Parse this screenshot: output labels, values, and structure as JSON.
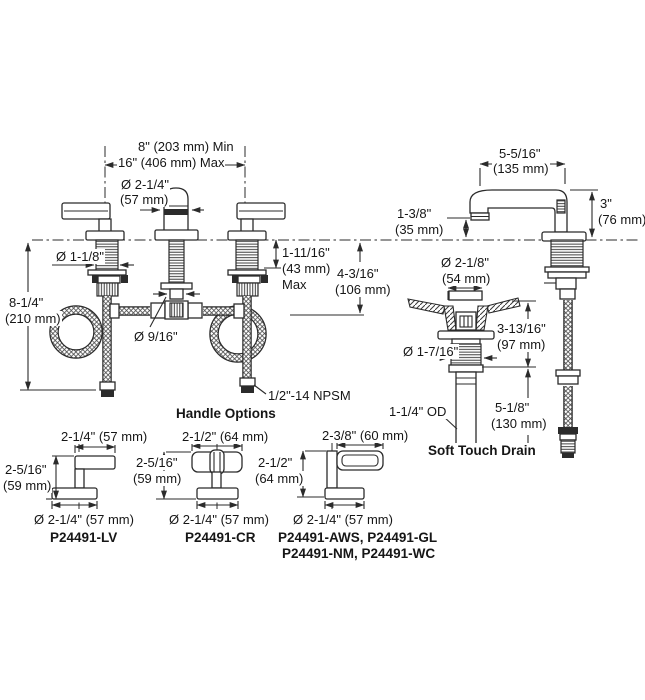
{
  "page": {
    "background": "#ffffff",
    "line_color": "#2b2b2b",
    "text_color": "#161616"
  },
  "main_view": {
    "spread_min": "8\" (203 mm) Min",
    "spread_max": "16\" (406 mm) Max",
    "spout_dia_1": "Ø 2-1/4\"",
    "spout_dia_2": "(57 mm)",
    "shank_dia": "Ø 1-1/8\"",
    "height_1": "8-1/4\"",
    "height_2": "(210 mm)",
    "supply_dia": "Ø 9/16\"",
    "deck_thickness_1": "1-11/16\"",
    "deck_thickness_2": "(43 mm)",
    "deck_thickness_3": "Max",
    "below_deck_1": "4-3/16\"",
    "below_deck_2": "(106 mm)",
    "hose_thread": "1/2\"-14 NPSM"
  },
  "spout_view": {
    "reach_1": "5-5/16\"",
    "reach_2": "(135 mm)",
    "outlet_height_1": "1-3/8\"",
    "outlet_height_2": "(35 mm)",
    "spout_height_1": "3\"",
    "spout_height_2": "(76 mm)"
  },
  "drain_view": {
    "flange_dia_1": "Ø 2-1/8\"",
    "flange_dia_2": "(54 mm)",
    "body_dia": "Ø 1-7/16\"",
    "upper_length_1": "3-13/16\"",
    "upper_length_2": "(97 mm)",
    "tailpiece_od": "1-1/4\" OD",
    "tail_length_1": "5-1/8\"",
    "tail_length_2": "(130 mm)",
    "caption": "Soft Touch Drain"
  },
  "handle_options": {
    "title": "Handle Options",
    "items": [
      {
        "top_dim": "2-1/4\" (57 mm)",
        "height_1": "2-5/16\"",
        "height_2": "(59 mm)",
        "base_dim": "Ø 2-1/4\" (57 mm)",
        "model": "P24491-LV",
        "model2": ""
      },
      {
        "top_dim": "2-1/2\" (64 mm)",
        "height_1": "2-5/16\"",
        "height_2": "(59 mm)",
        "base_dim": "Ø 2-1/4\" (57 mm)",
        "model": "P24491-CR",
        "model2": ""
      },
      {
        "top_dim": "2-3/8\" (60 mm)",
        "height_1": "2-1/2\"",
        "height_2": "(64 mm)",
        "base_dim": "Ø 2-1/4\" (57 mm)",
        "model": "P24491-AWS, P24491-GL",
        "model2": "P24491-NM, P24491-WC"
      }
    ]
  }
}
